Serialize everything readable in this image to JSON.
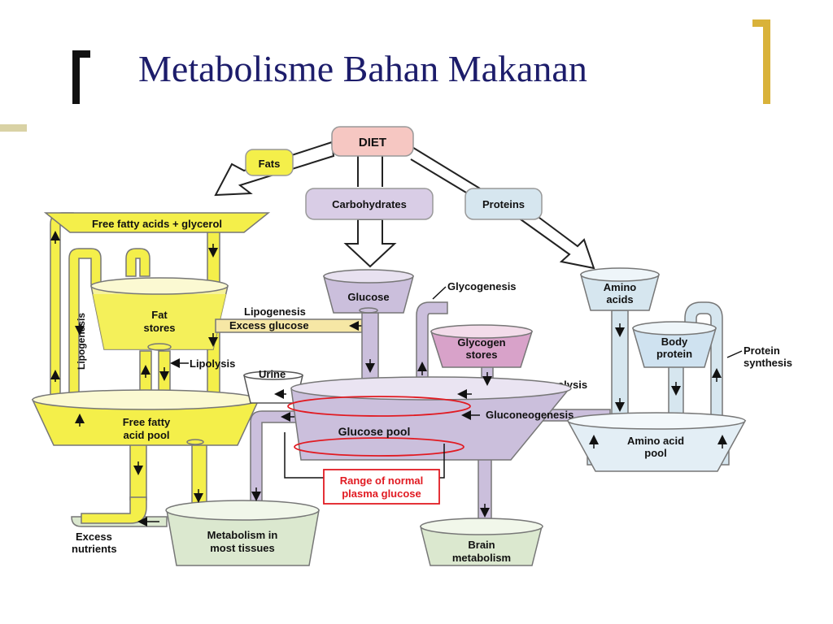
{
  "title": "Metabolisme Bahan Makanan",
  "colors": {
    "title": "#1d1d6b",
    "bracket_left": "#111111",
    "bracket_right": "#d9b23a",
    "accent_bar": "#d9d2a5",
    "fat_yellow": "#f4ef4a",
    "glucose_lavender": "#cbbfdc",
    "glycogen_pink": "#d8a2c9",
    "protein_blue": "#d6e6ef",
    "metabolism_green": "#dbe8cf",
    "diet_pink": "#f6c7c2",
    "normal_range_red": "#e11b22"
  },
  "labels": {
    "diet": "DIET",
    "fats": "Fats",
    "carbohydrates": "Carbohydrates",
    "proteins": "Proteins",
    "free_fatty_acids_glycerol": "Free fatty acids + glycerol",
    "lipogenesis_vertical": "Lipogenesis",
    "fat_stores_1": "Fat",
    "fat_stores_2": "stores",
    "lipogenesis": "Lipogenesis",
    "excess_glucose": "Excess glucose",
    "lipolysis": "Lipolysis",
    "free_fatty_acid_pool_1": "Free fatty",
    "free_fatty_acid_pool_2": "acid pool",
    "glucose": "Glucose",
    "glycogenesis": "Glycogenesis",
    "glycogen_stores_1": "Glycogen",
    "glycogen_stores_2": "stores",
    "glycogenolysis": "Glycogenolysis",
    "urine": "Urine",
    "glucose_pool": "Glucose pool",
    "gluconeogenesis": "Gluconeogenesis",
    "range_normal_1": "Range of normal",
    "range_normal_2": "plasma glucose",
    "amino_acids_1": "Amino",
    "amino_acids_2": "acids",
    "body_protein_1": "Body",
    "body_protein_2": "protein",
    "protein_synthesis_1": "Protein",
    "protein_synthesis_2": "synthesis",
    "amino_acid_pool_1": "Amino acid",
    "amino_acid_pool_2": "pool",
    "excess_nutrients_1": "Excess",
    "excess_nutrients_2": "nutrients",
    "metabolism_tissues_1": "Metabolism in",
    "metabolism_tissues_2": "most tissues",
    "brain_metabolism_1": "Brain",
    "brain_metabolism_2": "metabolism"
  }
}
